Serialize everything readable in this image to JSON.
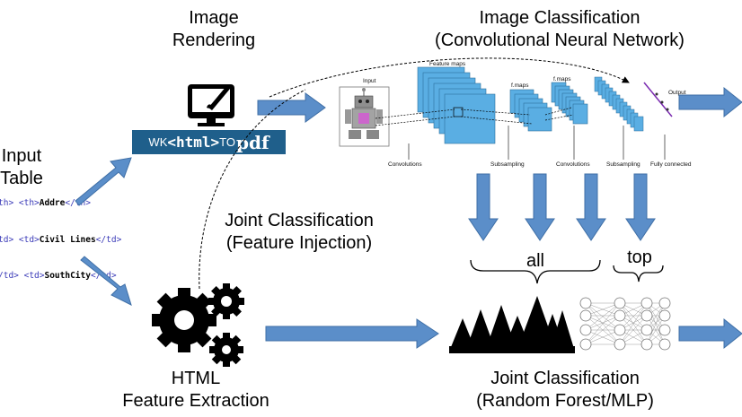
{
  "labels": {
    "image_rendering": [
      "Image",
      "Rendering"
    ],
    "image_classification": [
      "Image Classification",
      "(Convolutional Neural Network)"
    ],
    "input_table": [
      "Input",
      "Table"
    ],
    "joint_injection": [
      "Joint Classification",
      "(Feature Injection)"
    ],
    "html_features": [
      "HTML",
      "Feature Extraction"
    ],
    "joint_forest": [
      "Joint Classification",
      "(Random Forest/MLP)"
    ],
    "all": "all",
    "top": "top"
  },
  "wkhtml": {
    "prefix": "WK",
    "html": "<html>",
    "to": "TO",
    "pdf": "pdf"
  },
  "code_lines": [
    {
      "pre": "th> <th>",
      "bold": "Addre",
      "post": "</th>"
    },
    {
      "pre": "td> <td>",
      "bold": "Civil Lines",
      "post": "</td>"
    },
    {
      "pre": "/td> <td>",
      "bold": "SouthCity",
      "post": "</td>"
    }
  ],
  "cnn": {
    "input": "Input",
    "feature_maps": "Feature maps",
    "fmaps1": "f.maps",
    "fmaps2": "f.maps",
    "output": "Output",
    "convolutions": "Convolutions",
    "subsampling": "Subsampling",
    "convolutions2": "Convolutions",
    "subsampling2": "Subsampling",
    "fully_connected": "Fully connected"
  },
  "colors": {
    "arrow": "#5b8ec9",
    "arrow_stroke": "#3f6fa6",
    "fmap": "#5aaee3",
    "wk_bg": "#1f5f8b"
  }
}
